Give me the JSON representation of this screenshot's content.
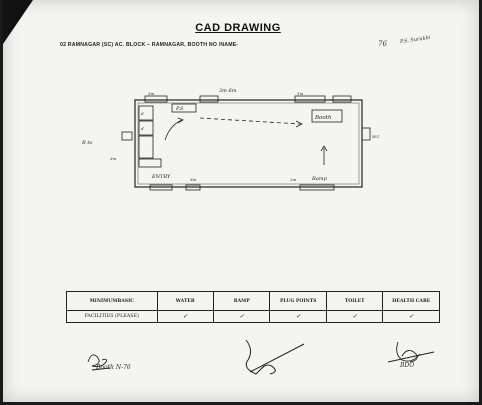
{
  "document": {
    "title": "CAD DRAWING",
    "subtitle": "02 RAMNAGAR (SC) AC. BLOCK – RAMNAGAR, BOOTH NO /NAME-",
    "booth_number": "76",
    "booth_name_handwritten": "P.S. Surukhi"
  },
  "drawing": {
    "top_label": "3m 6m",
    "ps_label": "P.S",
    "booth_label": "Booth",
    "ramp_label": "Ramp",
    "entry_label": "ENTRY",
    "left_label": "R to",
    "door_labels": [
      "3m",
      "1m",
      "3m",
      "2m"
    ],
    "side_label": "W.C"
  },
  "table": {
    "headers": [
      "MINIMUMBASIC",
      "WATER",
      "RAMP",
      "PLUG POINTS",
      "TOILET",
      "HEALTH CARE"
    ],
    "row_label": "FACILITIES (PLEASE)",
    "row_marks": [
      "✓",
      "✓",
      "✓",
      "✓",
      "✓"
    ]
  },
  "signatures": {
    "left_note": "Booth N-76",
    "middle_note": "",
    "right_note": "BDO"
  }
}
